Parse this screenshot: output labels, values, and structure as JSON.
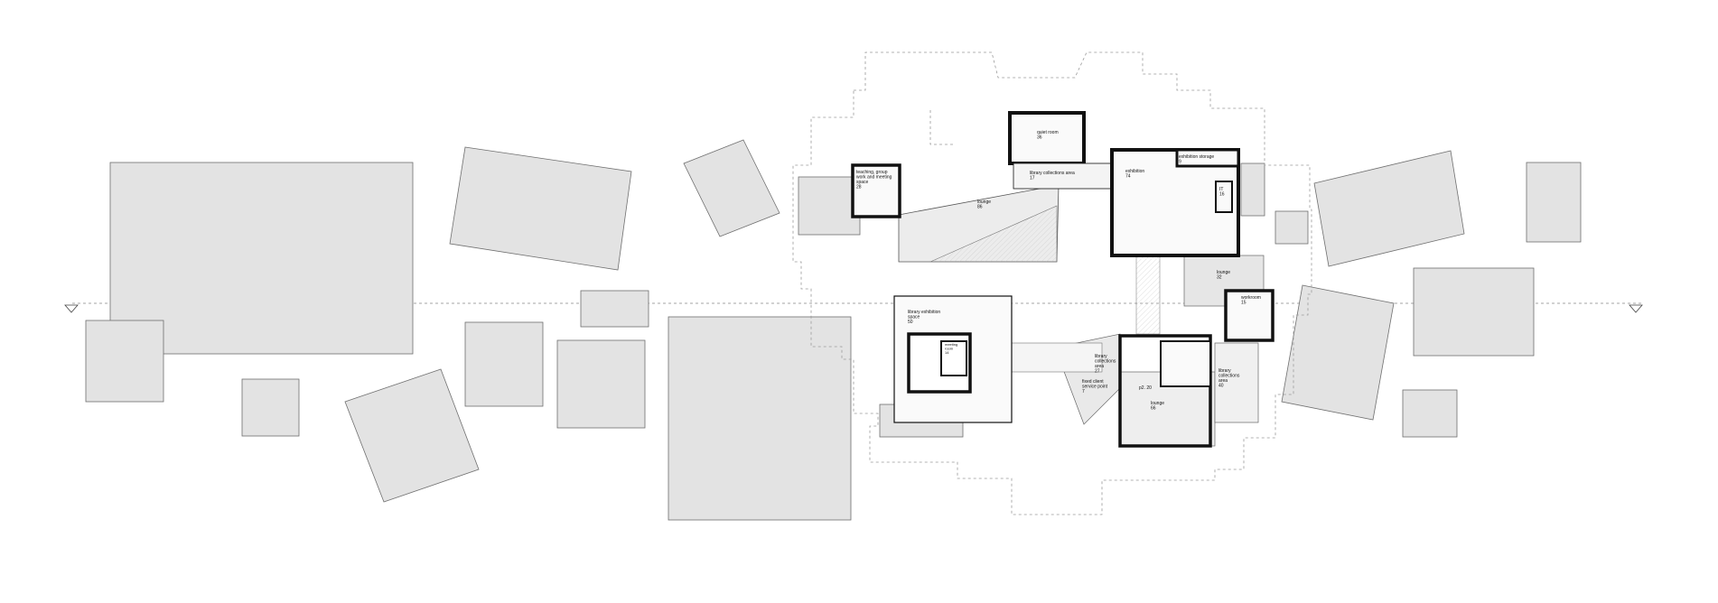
{
  "colors": {
    "background": "#ffffff",
    "building_fill": "#e3e3e3",
    "building_stroke": "#6f6f6f",
    "wall": "#111111",
    "dashed_outline": "#9a9a9a",
    "floor_hatch": "#efefef"
  },
  "rooms": {
    "teaching": [
      "teaching, group",
      "work and meeting",
      "space",
      "28"
    ],
    "quiet_room": [
      "quiet room",
      "36"
    ],
    "collections_17": [
      "library collections area",
      "17"
    ],
    "exhibition_storage": [
      "exhibition storage",
      "9"
    ],
    "exhibition": [
      "exhibition",
      "74"
    ],
    "it": [
      "IT",
      "16"
    ],
    "lounge_86": [
      "lounge",
      "86"
    ],
    "lounge_32": [
      "lounge",
      "32"
    ],
    "workroom": [
      "workroom",
      "15"
    ],
    "library_exhibition": [
      "library exhibition",
      "space",
      "50"
    ],
    "meeting_room": [
      "meeting",
      "room",
      "14"
    ],
    "collections_27": [
      "library",
      "collections",
      "area",
      "27"
    ],
    "fixed_client": [
      "fixed client",
      "service point",
      "7"
    ],
    "p2": [
      "p2. 20"
    ],
    "lounge_66": [
      "lounge",
      "66"
    ],
    "collections_40": [
      "library",
      "collections",
      "area",
      "40"
    ]
  }
}
